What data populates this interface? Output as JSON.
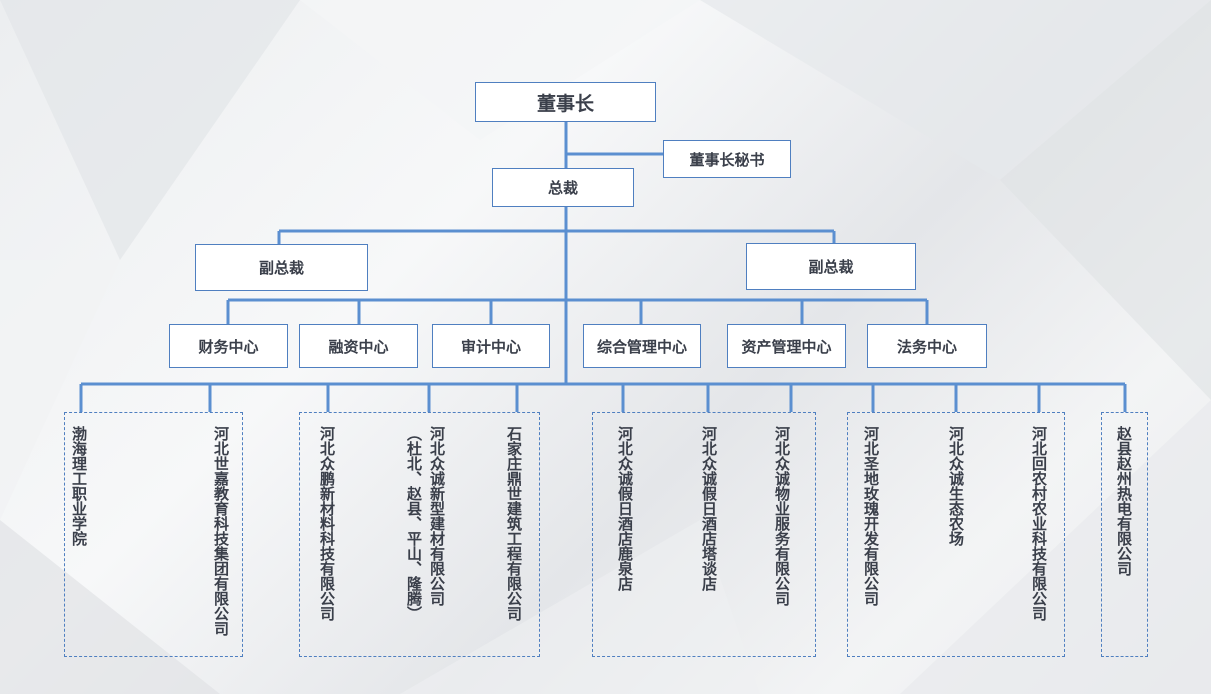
{
  "chairman": "董事长",
  "secretary": "董事长秘书",
  "president": "总裁",
  "vice_presidents": [
    "副总裁",
    "副总裁"
  ],
  "centers": [
    "财务中心",
    "融资中心",
    "审计中心",
    "综合管理中心",
    "资产管理中心",
    "法务中心"
  ],
  "companies": [
    "渤海理工职业学院",
    "河北世嘉教育科技集团有限公司",
    "河北众鹏新材料科技有限公司",
    "（杜北、赵县、平山、隆腾）",
    "河北众诚新型建材有限公司",
    "石家庄鼎世建筑工程有限公司",
    "河北众诚假日酒店鹿泉店",
    "河北众诚假日酒店塔谈店",
    "河北众诚物业服务有限公司",
    "河北圣地玫瑰开发有限公司",
    "河北众诚生态农场",
    "河北回农村农业科技有限公司",
    "赵县赵州热电有限公司"
  ],
  "colors": {
    "line": "#5b8fd0",
    "border": "#4f7fc0",
    "text": "#3a3f4a"
  }
}
